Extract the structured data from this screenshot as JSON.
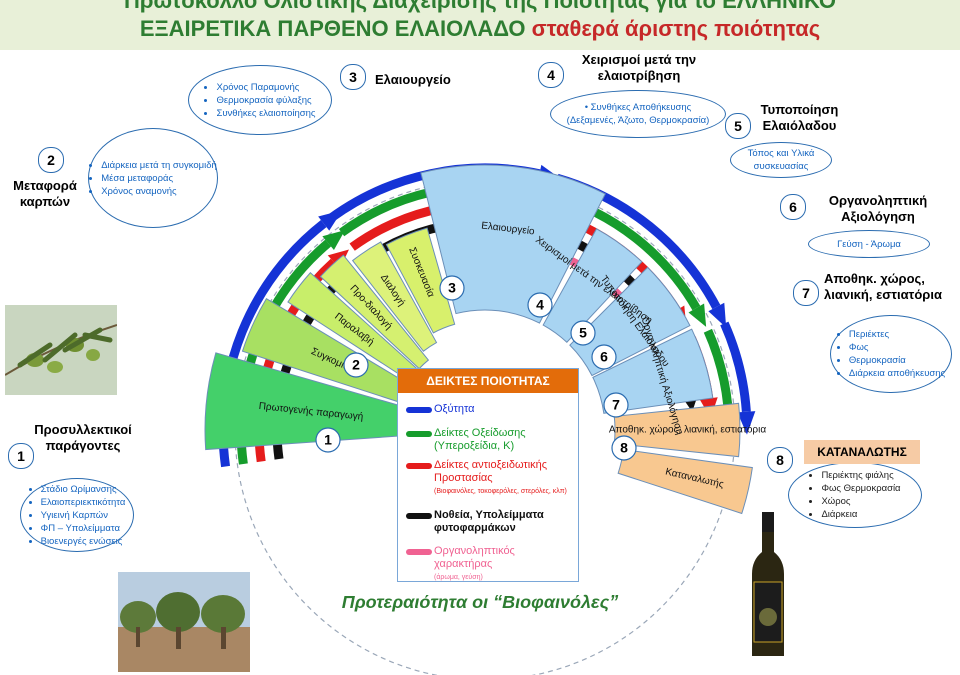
{
  "header": {
    "line1": "Πρωτόκολλο Ολιστικής Διαχείρισης της Ποιότητας για το ΕΛΛΗΝΙΚΟ",
    "line2_green": "ΕΞΑΙΡΕΤΙΚΑ ΠΑΡΘΕΝΟ ΕΛΑΙΟΛΑΔΟ",
    "line2_red": " σταθερά άριστης ποιότητας"
  },
  "stages": [
    {
      "num": "1",
      "title": "Προσυλλεκτικοί παράγοντες",
      "bullets": [
        "Στάδιο Ωρίμανσης",
        "Ελαιοπεριεκτικότητα",
        "Υγιεινή Καρπών",
        "ΦΠ – Υπολείμματα",
        "Βιοενεργές ενώσεις"
      ]
    },
    {
      "num": "2",
      "title": "Μεταφορά καρπών",
      "bullets": [
        "Διάρκεια μετά τη συγκομιδή",
        "Μέσα μεταφοράς",
        "Χρόνος αναμονής"
      ]
    },
    {
      "num": "3",
      "title": "Ελαιουργείο",
      "bullets": [
        "Χρόνος Παραμονής",
        "Θερμοκρασία φύλαξης",
        "Συνθήκες ελαιοποίησης"
      ]
    },
    {
      "num": "4",
      "title": "Χειρισμοί μετά την ελαιοτρίβηση",
      "bullets": [
        "Συνθήκες Αποθήκευσης (Δεξαμενές, Άζωτο, Θερμοκρασία)"
      ]
    },
    {
      "num": "5",
      "title": "Τυποποίηση Ελαιόλαδου",
      "bullets": [
        "Τόπος και Υλικά συσκευασίας"
      ]
    },
    {
      "num": "6",
      "title": "Οργανοληπτική Αξιολόγηση",
      "bullets": [
        "Γεύση - Άρωμα"
      ]
    },
    {
      "num": "7",
      "title": "Αποθηκ. χώρος, λιανική, εστιατόρια",
      "bullets": [
        "Περιέκτες",
        "Φως",
        "Θερμοκρασία",
        "Διάρκεια αποθήκευσης"
      ]
    },
    {
      "num": "8",
      "title": "ΚΑΤΑΝΑΛΩΤΗΣ",
      "bullets": [
        "Περιέκτης φιάλης",
        "Φως Θερμοκρασία",
        "Χώρος",
        "Διάρκεια"
      ]
    }
  ],
  "wheel": {
    "inner_labels": [
      "Πρωτογενής παραγωγή",
      "Συγκομιδή",
      "Παραλαβή",
      "Προ-διαλογή",
      "Διαλογή",
      "Συσκευασία",
      "Ελαιουργείο",
      "Χειρισμοί μετά την ελαιοτρίβηση",
      "Τυποποίηση Ελαιόλαδου",
      "Οργανοληπτική Αξιολόγηση",
      "Αποθηκ. χώρος, λιανική, εστιατόρια",
      "Καταναλωτής"
    ],
    "inner_numbers": [
      "1",
      "2",
      "3",
      "4",
      "5",
      "6",
      "7",
      "8"
    ]
  },
  "legend": {
    "title": "ΔΕΙΚΤΕΣ ΠΟΙΟΤΗΤΑΣ",
    "items": [
      {
        "label": "Οξύτητα",
        "note": "",
        "color": "#1533d6"
      },
      {
        "label": "Δείκτες Οξείδωσης (Υπεροξείδια, Κ)",
        "note": "",
        "color": "#169c2c"
      },
      {
        "label": "Δείκτες αντιοξειδωτικής Προστασίας",
        "note": "(Βιοφαινόλες, τοκοφερόλες, στερόλες, κλπ)",
        "color": "#e51c1c"
      },
      {
        "label": "Νοθεία, Υπολείμματα φυτοφαρμάκων",
        "note": "",
        "color": "#111111"
      },
      {
        "label": "Οργανοληπτικός χαρακτήρας",
        "note": "(άρωμα, γεύση)",
        "color": "#f06292"
      }
    ]
  },
  "priority": "Προτεραιότητα οι “Βιοφαινόλες”",
  "bottle_label": "",
  "icons": [
    "olive-branch-photo",
    "olive-grove-photo",
    "olive-oil-bottle"
  ]
}
